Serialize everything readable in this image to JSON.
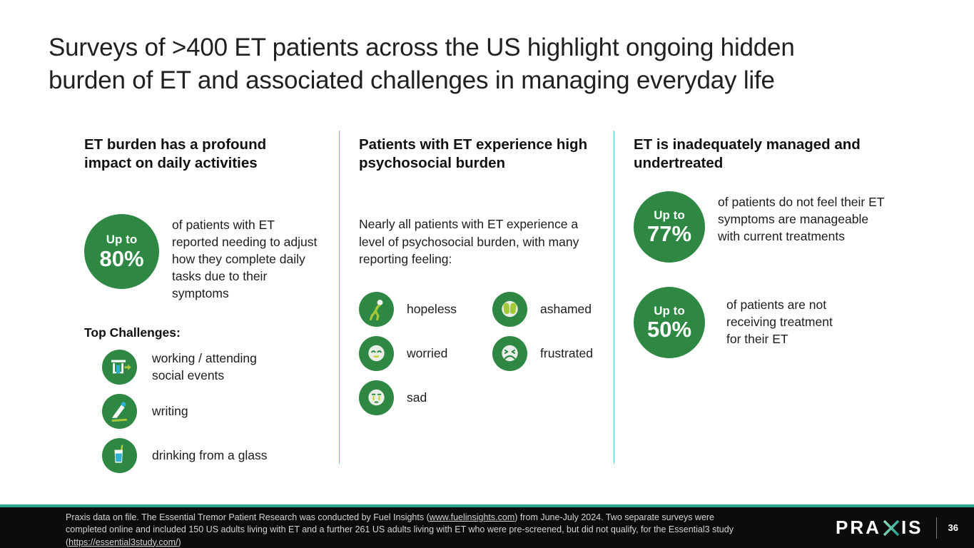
{
  "title": {
    "line1": "Surveys of >400 ET patients across the US highlight ongoing hidden",
    "line2": "burden of ET and associated challenges in managing everyday life"
  },
  "colors": {
    "circle_green": "#2e8843",
    "lime_accent": "#a4c83b",
    "cyan_accent": "#2cb1d5",
    "column_divider": "#5fc4e6",
    "footer_accent": "#2ea493",
    "footer_background": "#0c0c0c"
  },
  "columns": [
    {
      "header": "ET burden has a profound impact on daily activities",
      "stat": {
        "prefix": "Up to",
        "value": "80%",
        "description": "of patients with ET reported needing to adjust how they complete daily tasks due to their symptoms"
      },
      "challenges_heading": "Top Challenges:",
      "challenges": [
        {
          "icon": "building-arrow-icon",
          "label": "working / attending social events"
        },
        {
          "icon": "pencil-icon",
          "label": "writing"
        },
        {
          "icon": "drinking-glass-icon",
          "label": "drinking from a glass"
        }
      ]
    },
    {
      "header": "Patients with ET experience high psychosocial burden",
      "intro": "Nearly all patients with ET experience a level of psychosocial burden, with many reporting feeling:",
      "feelings_left": [
        {
          "icon": "hopeless-person-icon",
          "label": "hopeless"
        },
        {
          "icon": "worried-face-icon",
          "label": "worried"
        },
        {
          "icon": "sad-face-icon",
          "label": "sad"
        }
      ],
      "feelings_right": [
        {
          "icon": "ashamed-face-icon",
          "label": "ashamed"
        },
        {
          "icon": "frustrated-face-icon",
          "label": "frustrated"
        }
      ]
    },
    {
      "header": "ET is inadequately managed and undertreated",
      "stats": [
        {
          "prefix": "Up to",
          "value": "77%",
          "description": "of patients do not feel their ET symptoms are manageable with current treatments"
        },
        {
          "prefix": "Up to",
          "value": "50%",
          "description": "of patients are not receiving treatment for their ET"
        }
      ]
    }
  ],
  "footer": {
    "line1_pre": "Praxis data on file. The Essential Tremor Patient Research was conducted by Fuel Insights (",
    "link1": "www.fuelinsights.com",
    "line1_post": ") from June-July 2024. Two separate surveys were",
    "line2": "completed online and included 150 US adults living with ET and a further 261 US adults living with ET who were pre-screened, but did not qualify, for the Essential3 study",
    "line3_pre": "(",
    "link2": "https://essential3study.com/",
    "line3_post": ")",
    "logo_pra": "PRA",
    "logo_is": "IS",
    "page_number": "36"
  }
}
